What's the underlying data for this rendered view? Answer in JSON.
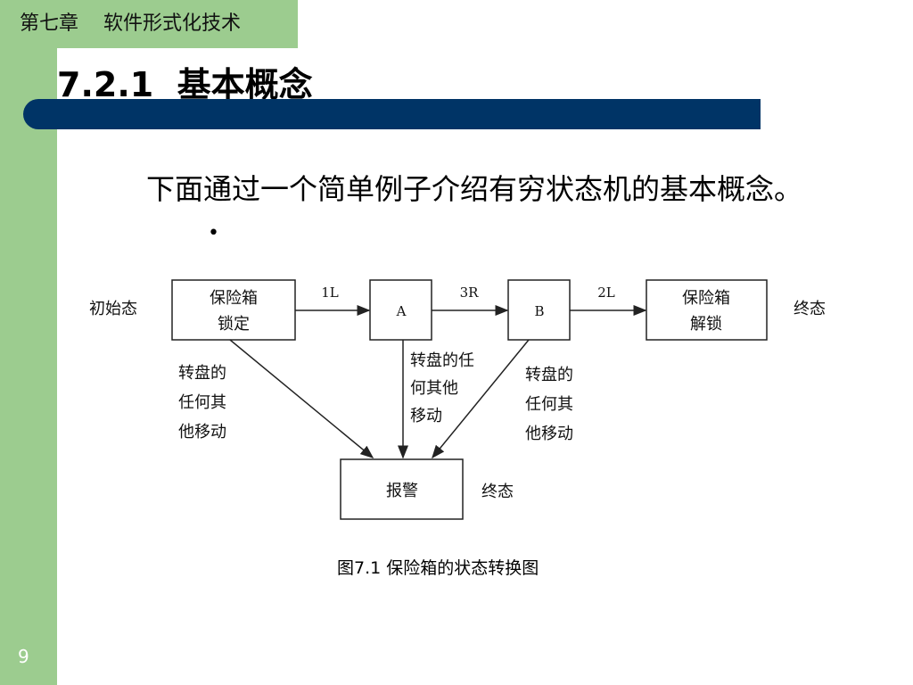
{
  "header": {
    "chapter": "第七章    软件形式化技术"
  },
  "title": "7.2.1  基本概念",
  "body": {
    "text": "下面通过一个简单例子介绍有穷状态机的基本概念。",
    "bullet": "•"
  },
  "diagram": {
    "initial_label": "初始态",
    "final_label_right": "终态",
    "final_label_bottom": "终态",
    "states": {
      "locked_line1": "保险箱",
      "locked_line2": "锁定",
      "a": "A",
      "b": "B",
      "unlocked_line1": "保险箱",
      "unlocked_line2": "解锁",
      "alarm": "报警"
    },
    "transitions": {
      "t1": "1L",
      "t2": "3R",
      "t3": "2L",
      "left_lines": [
        "转盘的",
        "任何其",
        "他移动"
      ],
      "mid_lines": [
        "转盘的任",
        "何其他",
        "移动"
      ],
      "right_lines": [
        "转盘的",
        "任何其",
        "他移动"
      ]
    }
  },
  "caption": "图7.1  保险箱的状态转换图",
  "page_number": "9",
  "colors": {
    "sidebar": "#9ccc8f",
    "title_bar": "#003466"
  }
}
